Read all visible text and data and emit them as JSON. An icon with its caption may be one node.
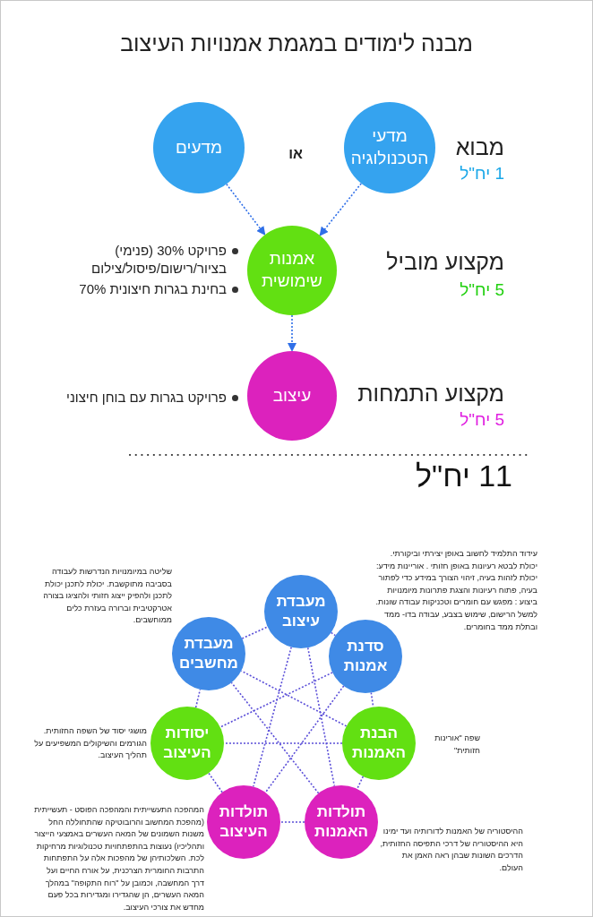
{
  "diagram": {
    "title": "מבנה לימודים במגמת אמנויות העיצוב",
    "nodes": [
      {
        "text": [
          "מדעי הטכנולוגיה"
        ]
      },
      {
        "text": [
          "מדעים"
        ]
      },
      {
        "text": [
          "אמנות שימושית"
        ],
        "beside": [
          "פרויקט 30% (פנימי) בציור/רישום/פיסול/צילום",
          "בחינת בגרות חיצונית 70%"
        ]
      },
      {
        "text": [
          "עיצוב"
        ],
        "beside": [
          "פרויקט בגרות עם בוחן חיצוני"
        ]
      },
      {
        "text": [
          "מעבדת עיצוב"
        ]
      },
      {
        "text": [
          "סדנת אמנות"
        ],
        "beside": [
          "עידוד התלמיד לחשוב באופן יצירתי וביקורתי. יכולת לבטא רעיונות באופן חזותי . אוריינות מידע: יכולת לזהות בעיה, זיהוי הצורך במידע כדי לפתור בעיה, פתוח רעיונות והצגת פתרונות מיומנויות ביצוע : מפגש עם חומרים וטכניקות עבודה שונות. למשל הרישום, שימוש בצבע, עבודה בדו- ממד ובתלת ממד בחומרים."
        ]
      },
      {
        "text": [
          "הבנת האמנות"
        ],
        "beside": [
          "שפה \"אורינות חזותית\""
        ]
      },
      {
        "text": [
          "תולדות האמנות"
        ],
        "beside": [
          "ההיסטוריה של האמנות לדורותיה ועד ימינו היא ההיסטוריה של דרכי התפיסה החזותית, הדרכים השונות שבהן ראה האמן את העולם."
        ]
      },
      {
        "text": [
          "תולדות העיצוב"
        ],
        "beside": [
          "המהפכה התעשייתית והמהפכה הפוסט - תעשייתית (מהפכת המחשוב והרובוטיקה שהתחוללה החל משנות השמונים של המאה העשרים באמצעי הייצור ותהליכיו) נעוצות בהתפתחויות טכנולוגיות מרחיקות לכת. השלכותיהן של מהפכות אלה על התפתחות התרבות החומרית הצרכנית, על אורח החיים ועל דרך המחשבה, וכמובן על \"רוח התקופה\" במהלך המאה העשרים, הן שהגדירו ומגדירות בכל פעם מחדש את צורכי העיצוב."
        ]
      },
      {
        "text": [
          "יסודות העיצוב"
        ],
        "beside": [
          "מושגי יסוד של השפה החזותית. הגורמים והשיקולים המשפיעים על תהליך העיצוב."
        ]
      },
      {
        "text": [
          "מעבדת מחשבים"
        ],
        "beside": [
          "שליטה במיומנויות הנדרשות לעבודה בסביבה מתוקשבת. יכולת לתכנן יכולת לתכנן ולהפיק ייצוג חזותי ולהציגו בצורה אטרקטיבית וברורה בעזרת כלים ממוחשבים."
        ]
      }
    ],
    "edges": [
      {
        "from": 0,
        "to": 2,
        "arrow": "to",
        "color": "#2f6fe8"
      },
      {
        "from": 1,
        "to": 2,
        "arrow": "to",
        "color": "#2f6fe8"
      },
      {
        "from": 2,
        "to": 3,
        "arrow": "to",
        "color": "#2f6fe8"
      },
      {
        "from": 4,
        "to": 5,
        "arrow": "none"
      },
      {
        "from": 5,
        "to": 6,
        "arrow": "none"
      },
      {
        "from": 6,
        "to": 7,
        "arrow": "none"
      },
      {
        "from": 7,
        "to": 8,
        "arrow": "none"
      },
      {
        "from": 8,
        "to": 9,
        "arrow": "none"
      },
      {
        "from": 9,
        "to": 10,
        "arrow": "none"
      },
      {
        "from": 10,
        "to": 4,
        "arrow": "none"
      },
      {
        "from": 4,
        "to": 7,
        "arrow": "none"
      },
      {
        "from": 4,
        "to": 8,
        "arrow": "none"
      },
      {
        "from": 5,
        "to": 8,
        "arrow": "none"
      },
      {
        "from": 5,
        "to": 9,
        "arrow": "none"
      },
      {
        "from": 6,
        "to": 9,
        "arrow": "none"
      },
      {
        "from": 6,
        "to": 10,
        "arrow": "none"
      },
      {
        "from": 7,
        "to": 10,
        "arrow": "none"
      }
    ],
    "labels": [
      "מבוא",
      "1 יח\"ל",
      "או",
      "מקצוע מוביל",
      "5 יח\"ל",
      "מקצוע התמחות",
      "5 יח\"ל",
      "11 יח\"ל"
    ]
  }
}
